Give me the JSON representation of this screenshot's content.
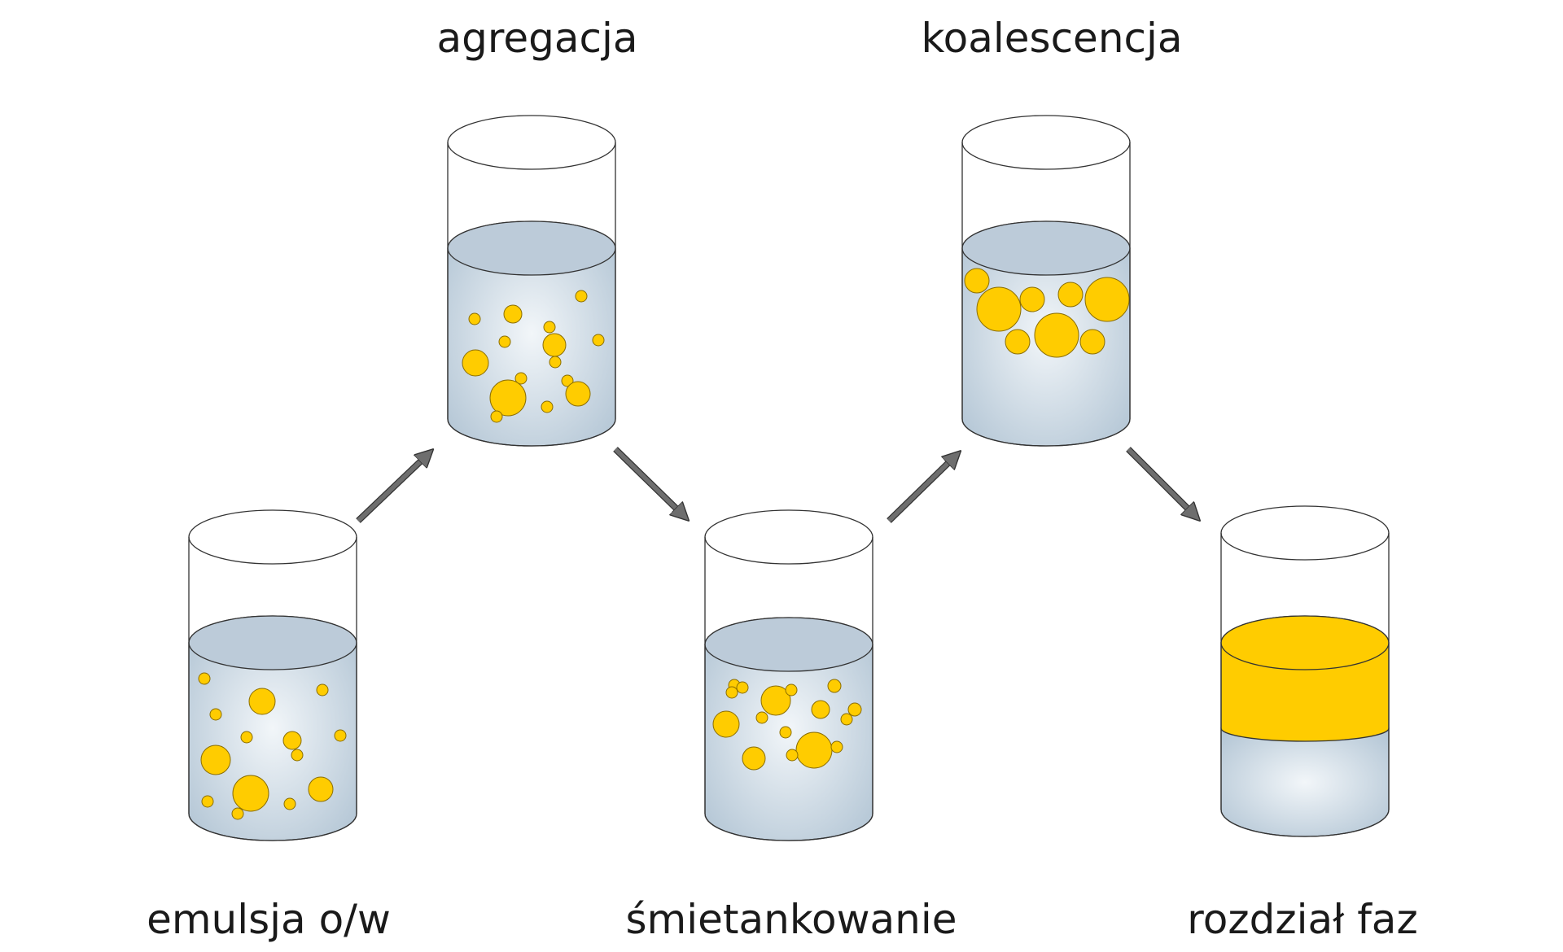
{
  "colors": {
    "background": "#ffffff",
    "water_top": "#bccbd9",
    "water_center": "#f2f6f9",
    "water_edge": "#b5c7d6",
    "oil": "#ffcc00",
    "oil_stroke": "#8a6d00",
    "arrow": "#6e6e6e",
    "outline": "#333333",
    "text": "#1a1a1a"
  },
  "stages": [
    {
      "id": "emulsion",
      "label": "emulsja o/w"
    },
    {
      "id": "aggregation",
      "label": "agregacja"
    },
    {
      "id": "creaming",
      "label": "śmietankowanie"
    },
    {
      "id": "coalescence",
      "label": "koalescencja"
    },
    {
      "id": "phase-separation",
      "label": "rozdział faz"
    }
  ],
  "arrows": [
    {
      "from": "emulsion",
      "to": "aggregation"
    },
    {
      "from": "aggregation",
      "to": "creaming"
    },
    {
      "from": "creaming",
      "to": "coalescence"
    },
    {
      "from": "coalescence",
      "to": "phase-separation"
    }
  ]
}
